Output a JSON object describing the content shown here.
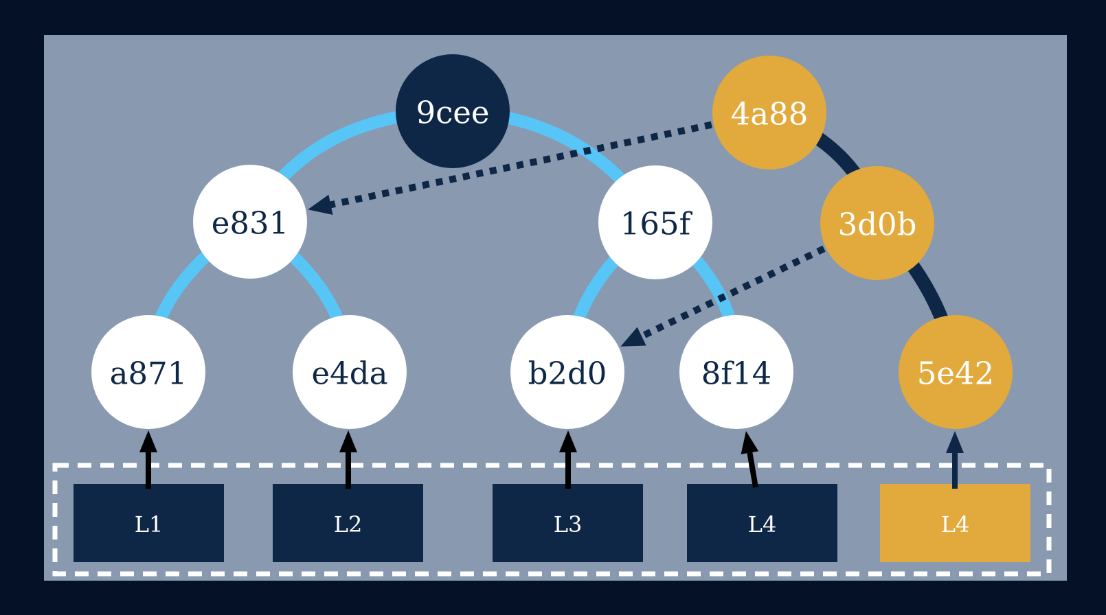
{
  "colors": {
    "outer_bg": "#041126",
    "panel_bg": "#8899b0",
    "navy": "#0e2747",
    "gold": "#e2aa3c",
    "white": "#ffffff",
    "light_blue": "#58c5f7",
    "black": "#000000",
    "dashed_outline": "#ffffff"
  },
  "tree": {
    "nodes": [
      {
        "id": "9cee",
        "label": "9cee",
        "style": "navy",
        "text_color": "white"
      },
      {
        "id": "4a88",
        "label": "4a88",
        "style": "gold",
        "text_color": "white"
      },
      {
        "id": "e831",
        "label": "e831",
        "style": "white",
        "text_color": "navy"
      },
      {
        "id": "165f",
        "label": "165f",
        "style": "white",
        "text_color": "navy"
      },
      {
        "id": "3d0b",
        "label": "3d0b",
        "style": "gold",
        "text_color": "white"
      },
      {
        "id": "a871",
        "label": "a871",
        "style": "white",
        "text_color": "navy"
      },
      {
        "id": "e4da",
        "label": "e4da",
        "style": "white",
        "text_color": "navy"
      },
      {
        "id": "b2d0",
        "label": "b2d0",
        "style": "white",
        "text_color": "navy"
      },
      {
        "id": "8f14",
        "label": "8f14",
        "style": "white",
        "text_color": "navy"
      },
      {
        "id": "5e42",
        "label": "5e42",
        "style": "gold",
        "text_color": "white"
      }
    ],
    "edges": [
      {
        "from": "a871",
        "to": "e831",
        "style": "light_blue"
      },
      {
        "from": "e4da",
        "to": "e831",
        "style": "light_blue"
      },
      {
        "from": "e831",
        "to": "9cee",
        "style": "light_blue"
      },
      {
        "from": "165f",
        "to": "9cee",
        "style": "light_blue"
      },
      {
        "from": "b2d0",
        "to": "165f",
        "style": "light_blue"
      },
      {
        "from": "8f14",
        "to": "165f",
        "style": "light_blue"
      },
      {
        "from": "4a88",
        "to": "3d0b",
        "style": "navy"
      },
      {
        "from": "3d0b",
        "to": "5e42",
        "style": "navy"
      }
    ],
    "proof_arrows": [
      {
        "from": "4a88",
        "to": "e831",
        "style": "dotted_navy"
      },
      {
        "from": "3d0b",
        "to": "b2d0",
        "style": "dotted_navy"
      }
    ]
  },
  "leaves": {
    "items": [
      {
        "label": "L1",
        "box_style": "navy",
        "arrow_style": "black",
        "links_to": "a871"
      },
      {
        "label": "L2",
        "box_style": "navy",
        "arrow_style": "black",
        "links_to": "e4da"
      },
      {
        "label": "L3",
        "box_style": "navy",
        "arrow_style": "black",
        "links_to": "b2d0"
      },
      {
        "label": "L4",
        "box_style": "navy",
        "arrow_style": "black",
        "links_to": "8f14"
      },
      {
        "label": "L4",
        "box_style": "gold",
        "arrow_style": "navy",
        "links_to": "5e42"
      }
    ]
  }
}
